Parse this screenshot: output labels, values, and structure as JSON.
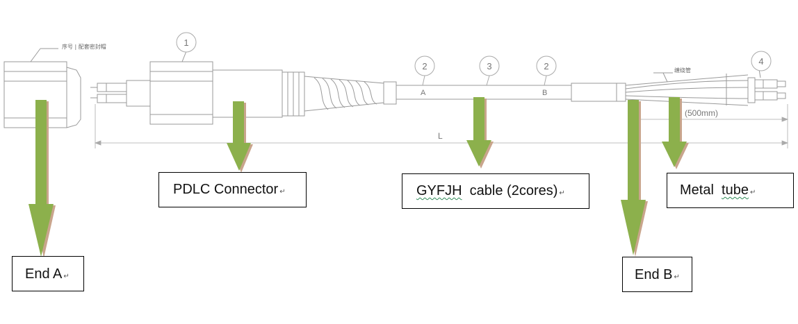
{
  "drawing": {
    "balloons": [
      "1",
      "2",
      "3",
      "2",
      "4"
    ],
    "segment_a": "A",
    "segment_b": "B",
    "dim_length": "L",
    "dim_breakout": "(500mm)",
    "note_cap": "序号 | 配套密封帽",
    "note_tube": "缠绕管"
  },
  "labels": {
    "end_a": "End A",
    "pdlc_connector": "PDLC Connector",
    "cable_prefix": "GYFJH",
    "cable_rest": "  cable (2cores)",
    "metal": "Metal",
    "tube": "tube",
    "end_b": "End B",
    "return_mark": "↵"
  },
  "colors": {
    "arrow_fill": "#8cb04c",
    "arrow_shadow": "#c9a58c",
    "line": "#9a9a9a",
    "label_border": "#000000"
  }
}
